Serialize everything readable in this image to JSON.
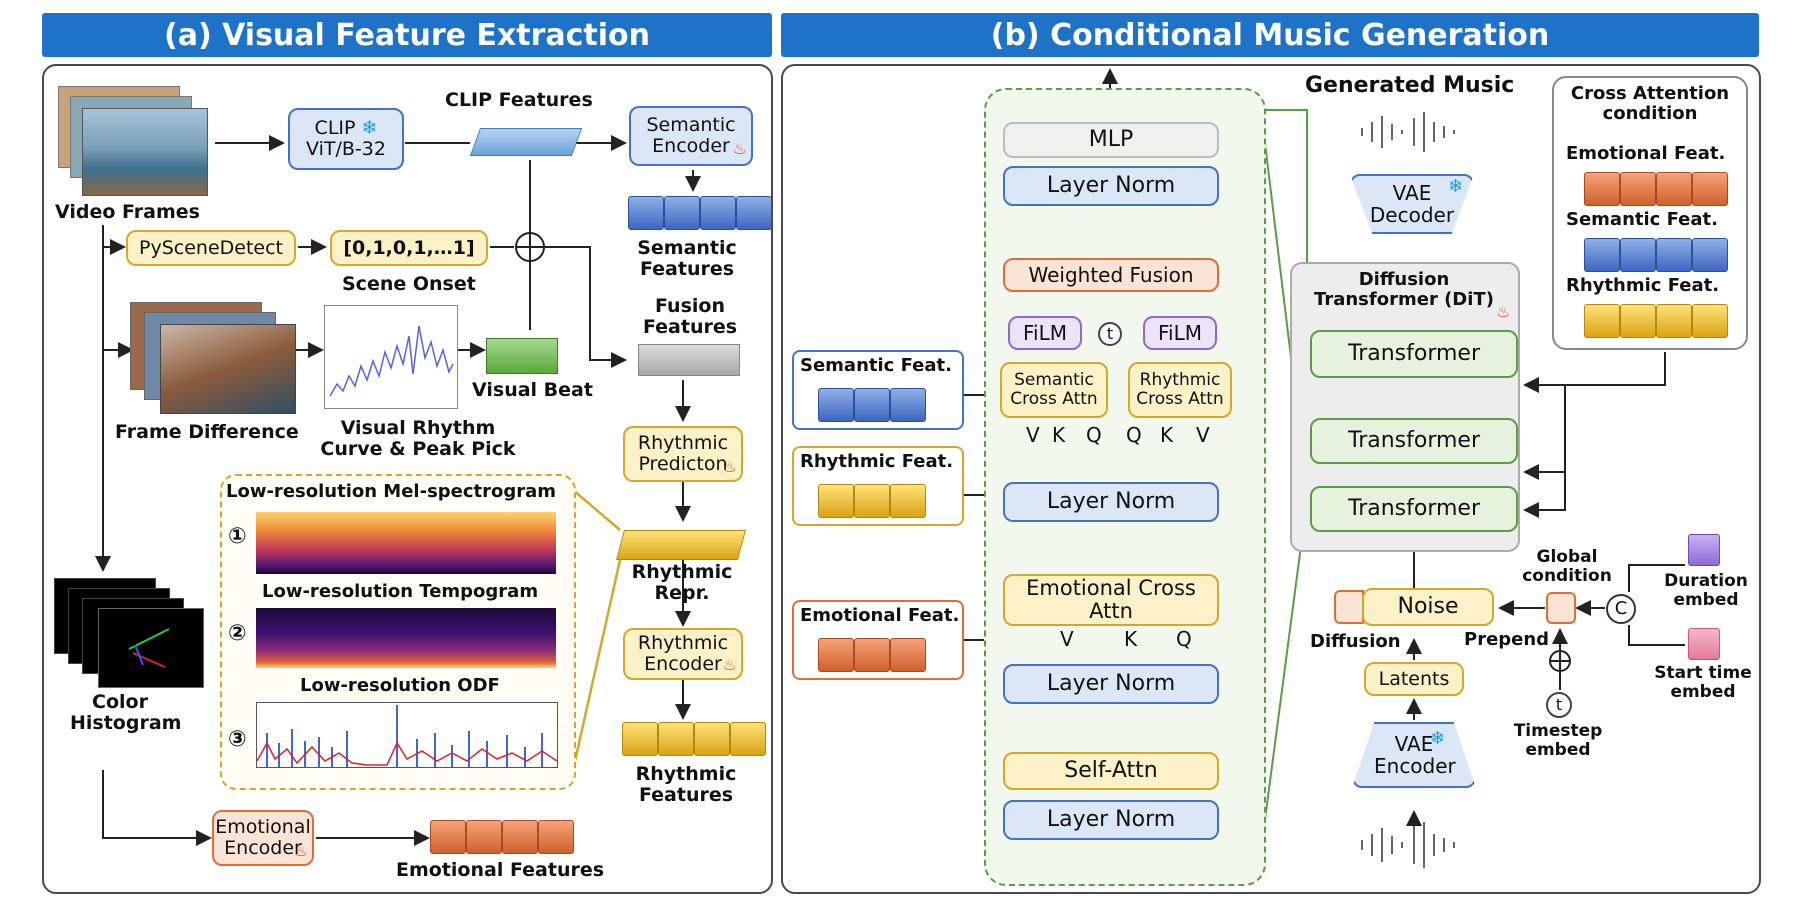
{
  "headers": {
    "left": "(a) Visual Feature Extraction",
    "right": "(b) Conditional Music Generation"
  },
  "left": {
    "video_frames": "Video Frames",
    "clip_box_line1": "CLIP",
    "clip_box_line2": "ViT/B-32",
    "clip_features": "CLIP Features",
    "semantic_encoder": "Semantic Encoder",
    "semantic_features": "Semantic Features",
    "pyscenedetect": "PySceneDetect",
    "scene_vector": "[0,1,0,1,…1]",
    "scene_onset": "Scene Onset",
    "fusion_features": "Fusion Features",
    "frame_difference": "Frame Difference",
    "visual_rhythm": "Visual Rhythm Curve & Peak Pick",
    "visual_beat": "Visual Beat",
    "rhythmic_prediction": "Rhythmic Predicton",
    "mel_title": "Low-resolution Mel-spectrogram",
    "tempogram_title": "Low-resolution Tempogram",
    "odf_title": "Low-resolution ODF",
    "num1": "①",
    "num2": "②",
    "num3": "③",
    "rhythmic_repr": "Rhythmic Repr.",
    "rhythmic_encoder": "Rhythmic Encoder",
    "rhythmic_features": "Rhythmic Features",
    "color_histogram": "Color Histogram",
    "emotional_encoder": "Emotional Encoder",
    "emotional_features": "Emotional Features"
  },
  "right": {
    "mlp": "MLP",
    "layer_norm": "Layer Norm",
    "weighted_fusion": "Weighted Fusion",
    "film": "FiLM",
    "t": "t",
    "semantic_cross_attn": "Semantic Cross Attn",
    "rhythmic_cross_attn": "Rhythmic Cross Attn",
    "v": "V",
    "k": "K",
    "q": "Q",
    "emotional_cross_attn": "Emotional Cross Attn",
    "self_attn": "Self-Attn",
    "semantic_feat": "Semantic Feat.",
    "rhythmic_feat": "Rhythmic Feat.",
    "emotional_feat": "Emotional Feat.",
    "generated_music": "Generated Music",
    "vae_decoder": "VAE Decoder",
    "vae_encoder": "VAE Encoder",
    "dit_title": "Diffusion Transformer (DiT)",
    "transformer": "Transformer",
    "noise": "Noise",
    "diffusion": "Diffusion",
    "latents": "Latents",
    "prepend": "Prepend",
    "global_condition": "Global condition",
    "c": "C",
    "duration_embed": "Duration embed",
    "start_time_embed": "Start time embed",
    "timestep_embed": "Timestep embed",
    "cross_attention_condition": "Cross Attention condition",
    "cond_emotional": "Emotional Feat.",
    "cond_semantic": "Semantic Feat.",
    "cond_rhythmic": "Rhythmic Feat."
  },
  "colors": {
    "header": "#1e73c8",
    "semantic": "#4472c4",
    "rhythmic": "#d4a82a",
    "emotional": "#d9703a",
    "transformer": "#5c9c46",
    "film": "#8c6ad6"
  },
  "icons": [
    "snowflake-icon",
    "flame-icon",
    "waveform-icon",
    "plus-circle-icon"
  ]
}
